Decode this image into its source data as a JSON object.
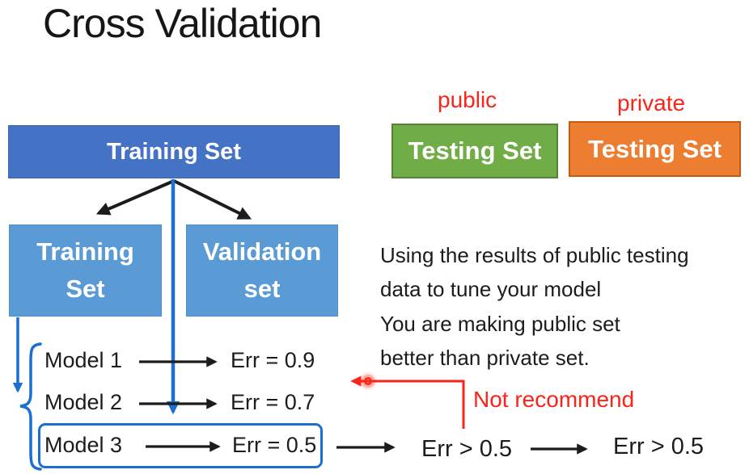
{
  "title": "Cross Validation",
  "colors": {
    "dark_blue": "#4472C4",
    "light_blue": "#5B9BD5",
    "green": "#70AD47",
    "green_border": "#548235",
    "orange": "#ED7D31",
    "orange_border": "#C55A11",
    "line_blue": "#1C6FD2",
    "red": "#FA2419",
    "text": "#1C1C1C"
  },
  "boxes": {
    "training_set": "Training Set",
    "sub_training_line1": "Training",
    "sub_training_line2": "Set",
    "validation_line1": "Validation",
    "validation_line2": "set",
    "public_testing": "Testing Set",
    "private_testing": "Testing Set"
  },
  "labels": {
    "public": "public",
    "private": "private",
    "not_recommend": "Not recommend"
  },
  "models": [
    {
      "name": "Model 1",
      "err": "Err = 0.9"
    },
    {
      "name": "Model 2",
      "err": "Err = 0.7"
    },
    {
      "name": "Model 3",
      "err": "Err = 0.5"
    }
  ],
  "chain": {
    "err1": "Err > 0.5",
    "err2": "Err > 0.5"
  },
  "notes": {
    "line1": "Using the results of public testing",
    "line2": "data to tune your model",
    "line3": "You are making public set",
    "line4": "better than private set."
  }
}
